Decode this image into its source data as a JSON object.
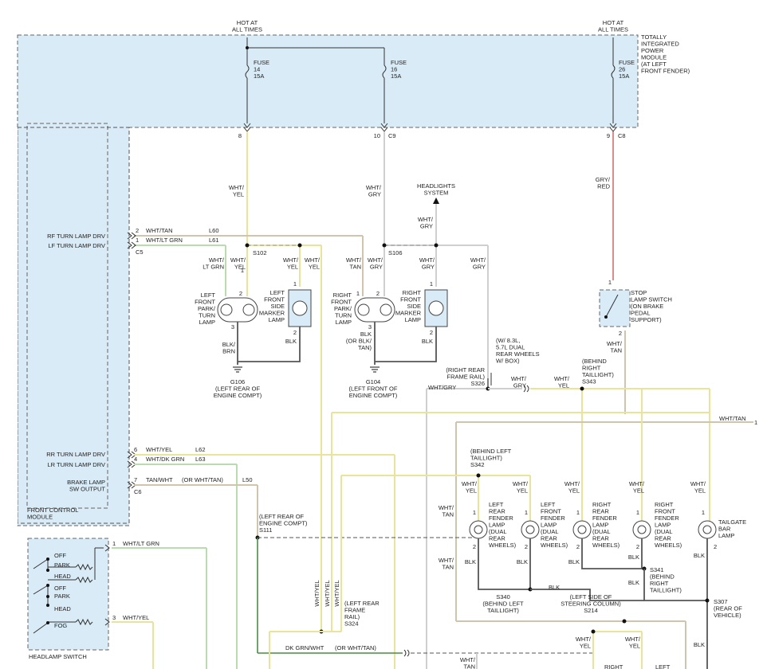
{
  "labels": {
    "hot_left": [
      "HOT AT",
      "ALL TIMES"
    ],
    "hot_right": [
      "HOT AT",
      "ALL TIMES"
    ],
    "tipm": [
      "TOTALLY",
      "INTEGRATED",
      "POWER",
      "MODULE",
      "(AT LEFT",
      "FRONT FENDER)"
    ],
    "fuse14": [
      "FUSE",
      "14",
      "15A"
    ],
    "fuse16": [
      "FUSE",
      "16",
      "15A"
    ],
    "fuse26": [
      "FUSE",
      "26",
      "15A"
    ],
    "pin8": "8",
    "pin10": "10",
    "conn_c9": "C9",
    "pin9": "9",
    "conn_c8": "C8",
    "wire_wht_yel_top": [
      "WHT/",
      "YEL"
    ],
    "wire_wht_gry_top": [
      "WHT/",
      "GRY"
    ],
    "wire_gry_red": [
      "GRY/",
      "RED"
    ],
    "headlights_system": [
      "HEADLIGHTS",
      "SYSTEM"
    ],
    "wire_wht_gry_hl": [
      "WHT/",
      "GRY"
    ],
    "rf_turn_drv": "RF TURN LAMP DRV",
    "lf_turn_drv": "LF TURN LAMP DRV",
    "rr_turn_drv": "RR TURN LAMP DRV",
    "lr_turn_drv": "LR TURN LAMP DRV",
    "brake_sw_out": [
      "BRAKE LAMP",
      "SW OUTPUT"
    ],
    "fcm": [
      "FRONT CONTROL",
      "MODULE"
    ],
    "c5": "C5",
    "c6": "C6",
    "pin_c5_2": "2",
    "pin_c5_1": "1",
    "pin_c6_6": "6",
    "pin_c6_4": "4",
    "pin_c6_7": "7",
    "wire_wht_tan_l60": "WHT/TAN",
    "l60": "L60",
    "wire_wht_ltgrn_l61": "WHT/LT GRN",
    "l61": "L61",
    "wire_wht_yel_l62": "WHT/YEL",
    "l62": "L62",
    "wire_wht_dkgrn_l63": "WHT/DK GRN",
    "l63": "L63",
    "wire_tan_wht_l50": "TAN/WHT",
    "or_wht_tan": "(OR WHT/TAN)",
    "l50": "L50",
    "s102": "S102",
    "s106": "S106",
    "s111": [
      "(LEFT REAR OF",
      "ENGINE COMPT)",
      "S111"
    ],
    "s326": [
      "(RIGHT REAR",
      "FRAME RAIL)",
      "S326"
    ],
    "s343": [
      "(BEHIND",
      "RIGHT",
      "TAILLIGHT)",
      "S343"
    ],
    "s342": [
      "(BEHIND LEFT",
      "TAILLIGHT)",
      "S342"
    ],
    "s340": [
      "S340",
      "(BEHIND LEFT",
      "TAILLIGHT)"
    ],
    "s341": [
      "S341",
      "(BEHIND",
      "RIGHT",
      "TAILLIGHT)"
    ],
    "s307": [
      "S307",
      "(REAR OF",
      "VEHICLE)"
    ],
    "s214": [
      "(LEFT SIDE OF",
      "STEERING COLUMN)",
      "S214"
    ],
    "s324": [
      "(LEFT REAR",
      "FRAME",
      "RAIL)",
      "S324"
    ],
    "dual_rear_note": [
      "(W/ 8.3L,",
      "5.7L DUAL",
      "REAR WHEELS",
      "W/ BOX)"
    ],
    "lf_park_turn": [
      "LEFT",
      "FRONT",
      "PARK/",
      "TURN",
      "LAMP"
    ],
    "lf_side_marker": [
      "LEFT",
      "FRONT",
      "SIDE",
      "MARKER",
      "LAMP"
    ],
    "rf_park_turn": [
      "RIGHT",
      "FRONT",
      "PARK/",
      "TURN",
      "LAMP"
    ],
    "rf_side_marker": [
      "RIGHT",
      "FRONT",
      "SIDE",
      "MARKER",
      "LAMP"
    ],
    "stop_lamp_sw": [
      "STOP",
      "LAMP SWITCH",
      "(ON BRAKE",
      "PEDAL",
      "SUPPORT)"
    ],
    "lr_fender": [
      "LEFT",
      "REAR",
      "FENDER",
      "LAMP",
      "(DUAL",
      "REAR",
      "WHEELS)"
    ],
    "lf_fender": [
      "LEFT",
      "FRONT",
      "FENDER",
      "LAMP",
      "(DUAL",
      "REAR",
      "WHEELS)"
    ],
    "rr_fender": [
      "RIGHT",
      "REAR",
      "FENDER",
      "LAMP",
      "(DUAL",
      "REAR",
      "WHEELS)"
    ],
    "rfr_fender": [
      "RIGHT",
      "FRONT",
      "FENDER",
      "LAMP",
      "(DUAL",
      "REAR",
      "WHEELS)"
    ],
    "tailgate_bar": [
      "TAILGATE",
      "BAR",
      "LAMP"
    ],
    "g106": [
      "G106",
      "(LEFT REAR OF",
      "ENGINE COMPT)"
    ],
    "g104": [
      "G104",
      "(LEFT FRONT OF",
      "ENGINE COMPT)"
    ],
    "blk_brn": [
      "BLK/",
      "BRN"
    ],
    "blk": "BLK",
    "blk_or_blk_tan": [
      "BLK",
      "(OR BLK/",
      "TAN)"
    ],
    "wht_ltgrn": [
      "WHT/",
      "LT GRN"
    ],
    "wht_yel": [
      "WHT/",
      "YEL"
    ],
    "wht_tan": [
      "WHT/",
      "TAN"
    ],
    "wht_gry": [
      "WHT/",
      "GRY"
    ],
    "wht_gry_inline": "WHT/GRY",
    "wht_tan_long": "WHT/TAN",
    "page_ref_1": "1",
    "wht_yel_vert": "WHT/YEL",
    "dk_grn_wht": "DK GRN/WHT",
    "headlamp_switch": "HEADLAMP SWITCH",
    "hs_off": "OFF",
    "hs_park": "PARK",
    "hs_head": "HEAD",
    "hs_fog": "FOG",
    "hs_pin1": "1",
    "hs_pin3": "3",
    "hs_wire1": "WHT/LT GRN",
    "hs_wire3": "WHT/YEL",
    "rf_lamp2": [
      "RIGHT"
    ],
    "lf_lamp2": [
      "LEFT"
    ],
    "pin1": "1",
    "pin2": "2",
    "pin3": "3"
  },
  "colors": {
    "module_fill": "#d9ebf7",
    "wire_yellow": "#e8e49a",
    "wire_gray": "#cfcfcf",
    "wire_tan": "#cfc5ac",
    "wire_green": "#b9dcae",
    "wire_red": "#d88c8c",
    "wire_black": "#555555",
    "wire_dark_green": "#4a8c44"
  }
}
